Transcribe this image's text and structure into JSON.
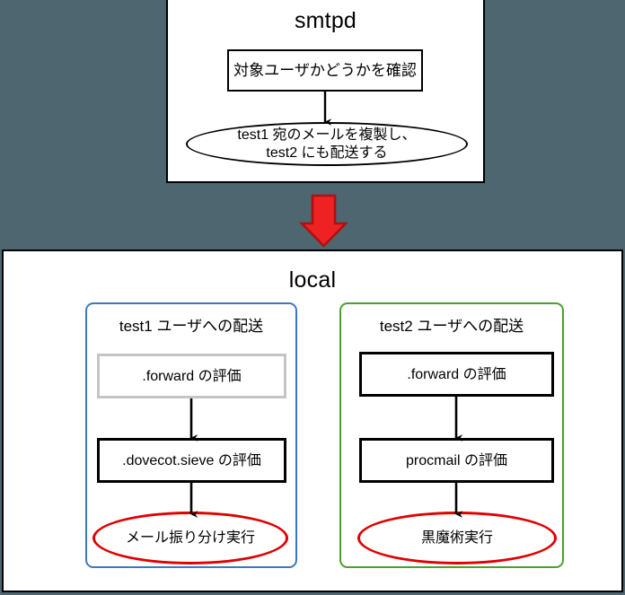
{
  "background_color": "#4d6670",
  "smtpd": {
    "title": "smtpd",
    "check_box": "対象ユーザかどうかを確認",
    "duplicate_ellipse_line1": "test1 宛のメールを複製し、",
    "duplicate_ellipse_line2": "test2 にも配送する",
    "border_color": "#000000"
  },
  "transition": {
    "arrow_icon": "down-arrow-icon",
    "fill_color": "#ee2222",
    "stroke_color": "#b01010"
  },
  "local": {
    "title": "local",
    "border_color": "#000000",
    "columns": [
      {
        "id": "test1",
        "title": "test1 ユーザへの配送",
        "border_color": "#3b78c3",
        "steps": [
          {
            "label": ".forward の評価",
            "shape": "rect",
            "border_color": "#c4c4c4",
            "state": "disabled"
          },
          {
            "label": ".dovecot.sieve の評価",
            "shape": "rect",
            "border_color": "#000000",
            "state": "active"
          },
          {
            "label": "メール振り分け実行",
            "shape": "ellipse",
            "border_color": "#e00000",
            "state": "result"
          }
        ]
      },
      {
        "id": "test2",
        "title": "test2 ユーザへの配送",
        "border_color": "#4aa02c",
        "steps": [
          {
            "label": ".forward の評価",
            "shape": "rect",
            "border_color": "#000000",
            "state": "active"
          },
          {
            "label": "procmail の評価",
            "shape": "rect",
            "border_color": "#000000",
            "state": "active"
          },
          {
            "label": "黒魔術実行",
            "shape": "ellipse",
            "border_color": "#e00000",
            "state": "result"
          }
        ]
      }
    ]
  }
}
